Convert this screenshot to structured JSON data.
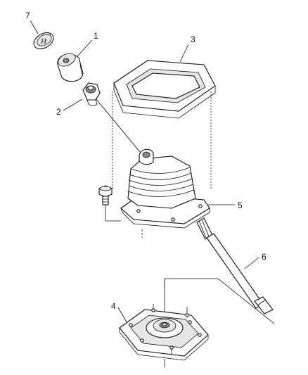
{
  "callouts": [
    {
      "id": "7",
      "label": "7"
    },
    {
      "id": "1",
      "label": "1"
    },
    {
      "id": "3",
      "label": "3"
    },
    {
      "id": "2",
      "label": "2"
    },
    {
      "id": "5",
      "label": "5"
    },
    {
      "id": "6",
      "label": "6"
    },
    {
      "id": "4",
      "label": "4"
    }
  ],
  "knob_emblem": "H",
  "parts": {
    "7": "cap-emblem-icon",
    "1": "shift-knob-icon",
    "2": "knob-adapter-icon",
    "3": "console-bezel-icon",
    "5": "shift-boot-icon",
    "6": "shift-lever-icon",
    "4": "floor-boot-plate-icon"
  }
}
